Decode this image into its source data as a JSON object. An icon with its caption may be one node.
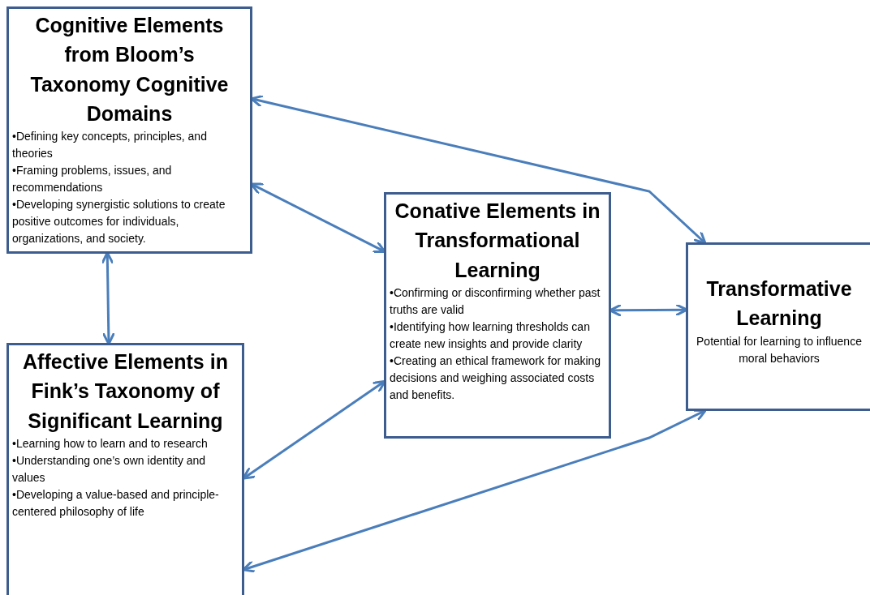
{
  "diagram": {
    "nodes": [
      {
        "text": [
          "Cognitive Elements from Bloom’s Taxonomy Cognitive Domains",
          "•Defining key concepts, principles, and theories",
          "•Framing problems, issues, and recommendations",
          "•Developing synergistic solutions to create positive outcomes for individuals, organizations, and society."
        ]
      },
      {
        "text": [
          "Affective Elements in Fink’s Taxonomy of Significant Learning",
          "•Learning how to learn and to research",
          "•Understanding one’s own identity and values",
          "•Developing a value-based and principle-centered philosophy of life"
        ]
      },
      {
        "text": [
          "Conative Elements in Transformational Learning",
          "•Confirming or disconfirming whether past truths are valid",
          "•Identifying how learning thresholds can create new insights and provide clarity",
          "•Creating an ethical framework for making  decisions and weighing associated costs and benefits."
        ]
      },
      {
        "text": [
          "Transformative Learning",
          "Potential for learning to influence moral behaviors"
        ]
      }
    ],
    "edges": [
      {
        "from": 0,
        "to": 3,
        "arrow": "both"
      },
      {
        "from": 0,
        "to": 2,
        "arrow": "both"
      },
      {
        "from": 0,
        "to": 1,
        "arrow": "both"
      },
      {
        "from": 2,
        "to": 3,
        "arrow": "both"
      },
      {
        "from": 1,
        "to": 2,
        "arrow": "both"
      },
      {
        "from": 1,
        "to": 3,
        "arrow": "both"
      }
    ]
  }
}
